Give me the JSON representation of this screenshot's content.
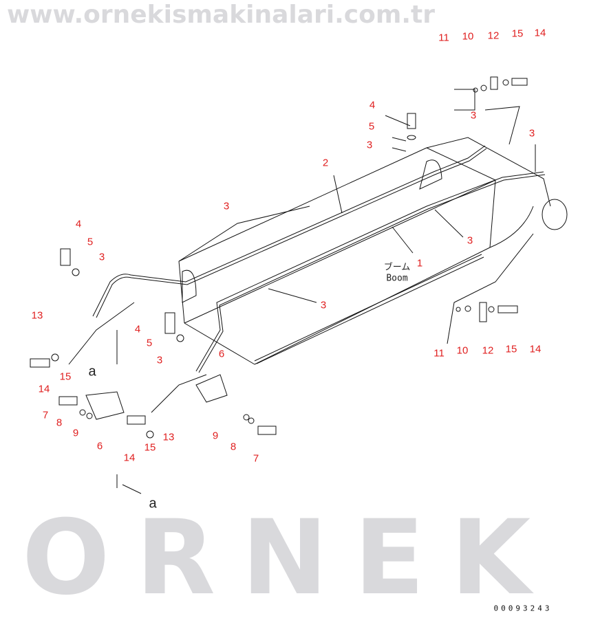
{
  "watermark": {
    "brand": "ORNEK",
    "url": "www.ornekismakinalari.com.tr"
  },
  "labels": {
    "boom_jp": "ブーム",
    "boom_en": "Boom",
    "view_a": "a",
    "drawing_number": "00093243"
  },
  "callouts": {
    "top_right": [
      "11",
      "10",
      "12",
      "15",
      "14"
    ],
    "top_right_clamp_a": "3",
    "top_right_clamp_b": "3",
    "top_mid": [
      "4",
      "5",
      "3"
    ],
    "pipe_2": "2",
    "clamp_upper_left": "3",
    "clamp_right": "3",
    "pipe_1": "1",
    "clamp_lower": "3",
    "left_top": [
      "4",
      "5",
      "3"
    ],
    "left_13": "13",
    "mid_left": [
      "4",
      "5",
      "3"
    ],
    "bracket_6_upper": "6",
    "left_15": "15",
    "left_14": "14",
    "left_bottom": [
      "7",
      "8",
      "9",
      "6"
    ],
    "mid_bottom": [
      "14",
      "15",
      "13"
    ],
    "right_bottom": [
      "9",
      "8",
      "7"
    ],
    "right_mid": [
      "11",
      "10",
      "12",
      "15",
      "14"
    ]
  }
}
